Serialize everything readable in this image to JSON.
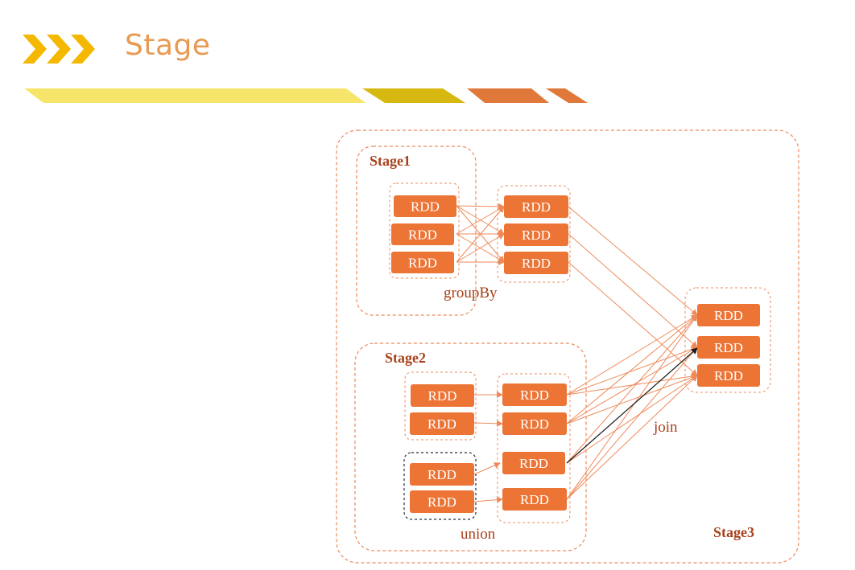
{
  "header": {
    "title": "Stage",
    "colors": {
      "chevron": "#f5b800",
      "title": "#e89a52",
      "bar_light": "#f6e56a",
      "bar_mid": "#d6b811",
      "bar_dark": "#e0783a"
    }
  },
  "diagram": {
    "colors": {
      "rdd_fill": "#ec7435",
      "dashed_border": "#ec8a5c",
      "arrow": "#ee8a5a",
      "label": "#a8401a",
      "union_border": "#1f2b3a",
      "join_highlight": "#1a1a1a"
    },
    "rdd_label": "RDD",
    "stages": [
      "Stage1",
      "Stage2",
      "Stage3"
    ],
    "operations": {
      "groupBy": "groupBy",
      "union": "union",
      "join": "join"
    }
  }
}
